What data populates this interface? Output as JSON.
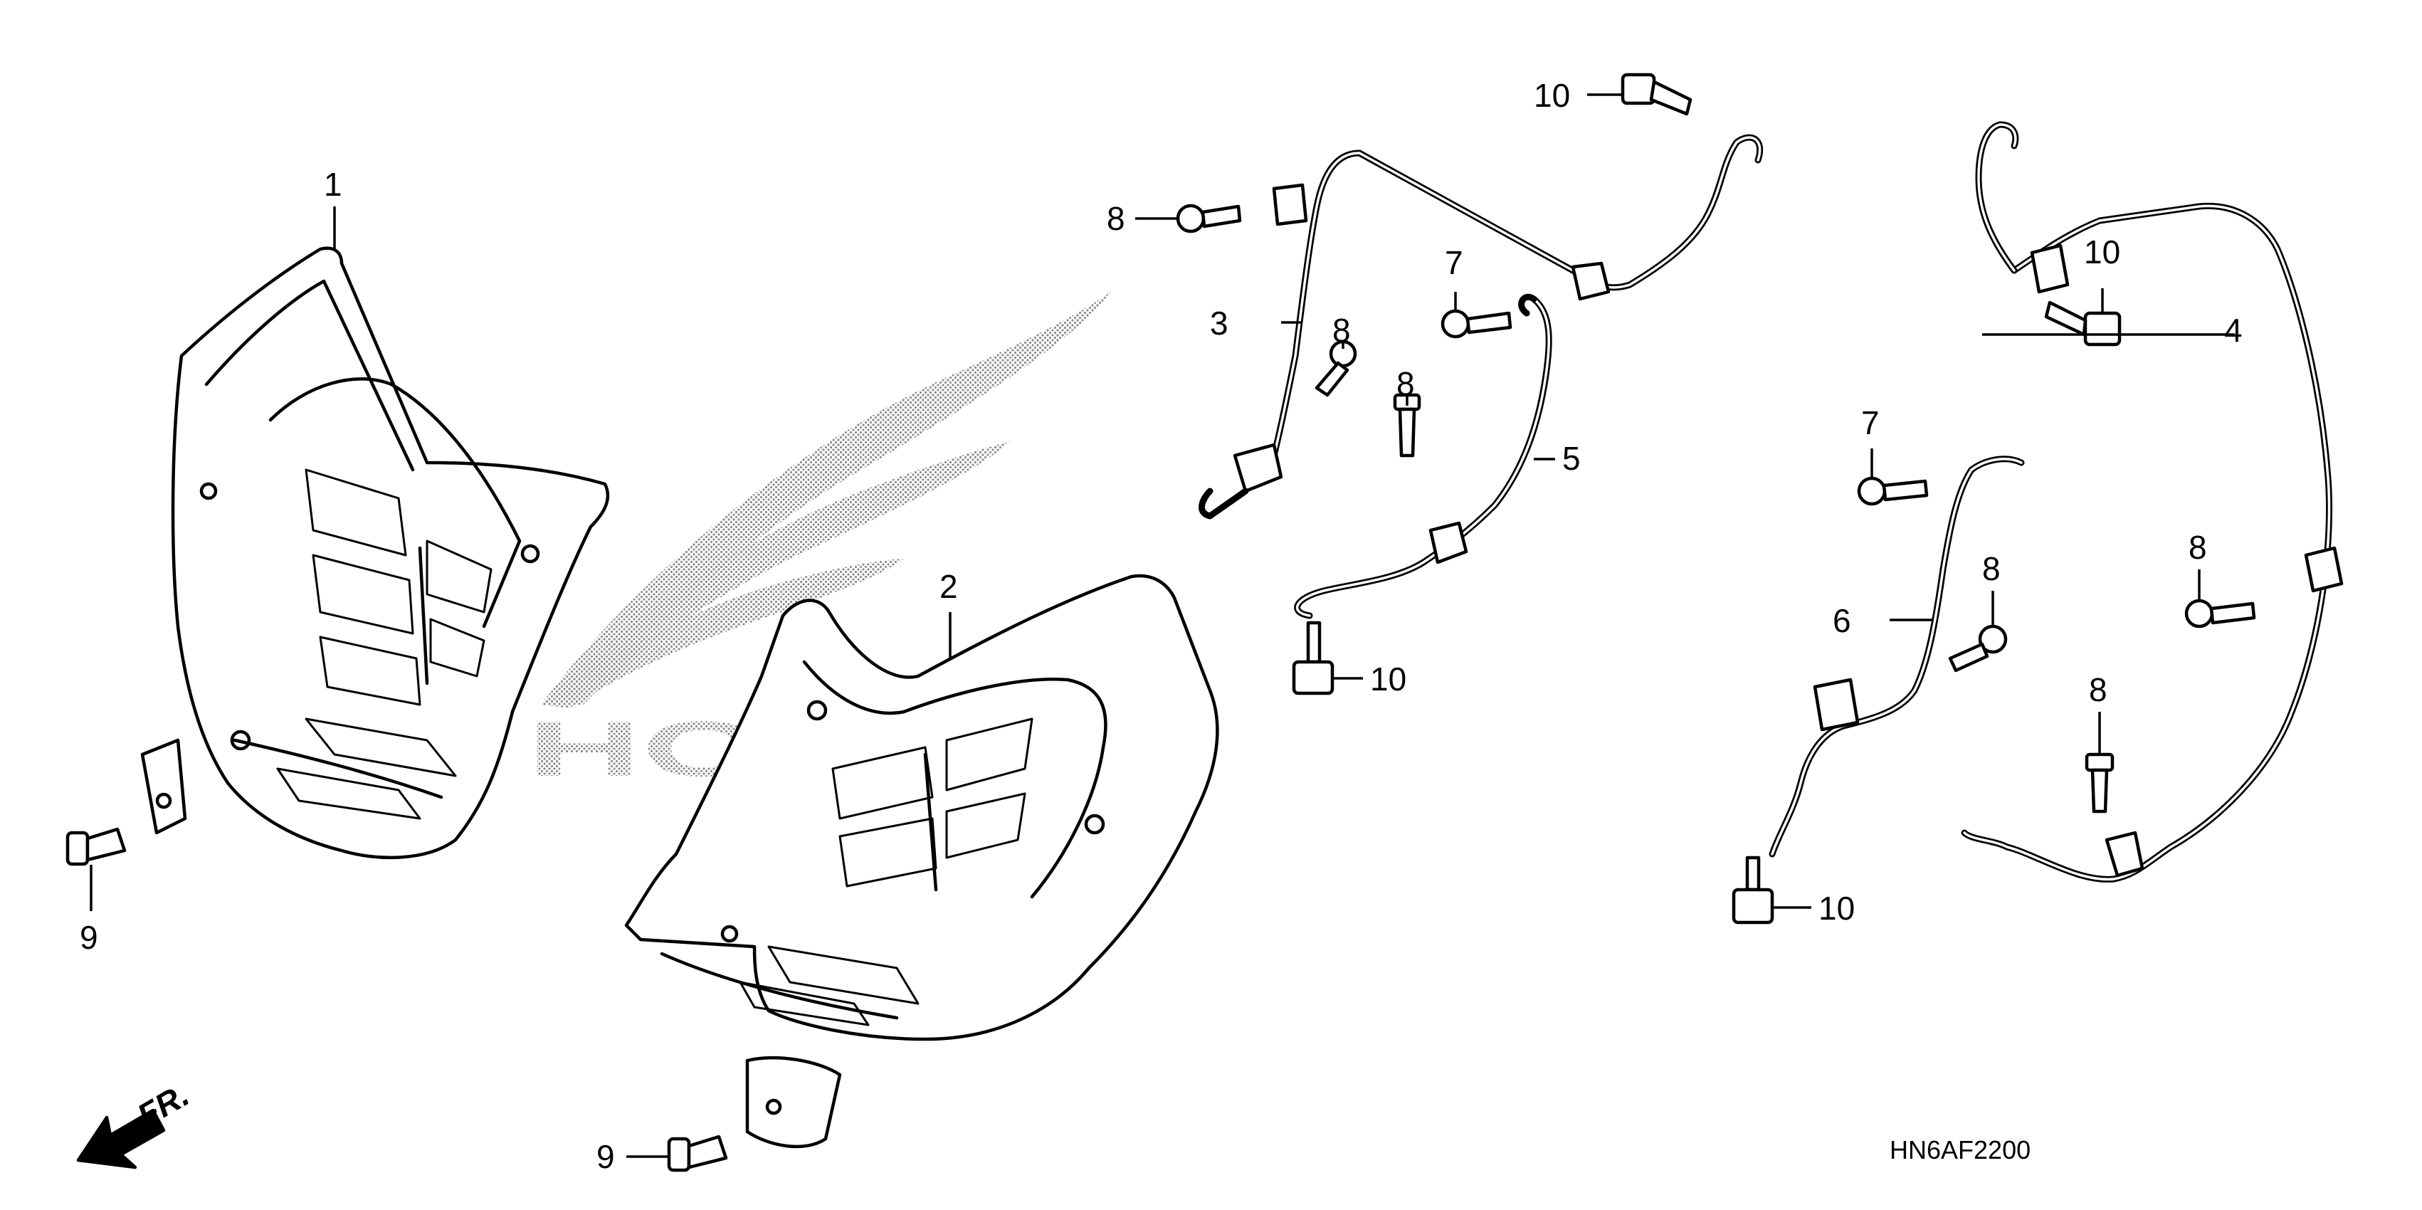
{
  "callouts": {
    "c1": "1",
    "c2": "2",
    "c3": "3",
    "c4": "4",
    "c5": "5",
    "c6": "6",
    "c7a": "7",
    "c7b": "7",
    "c8a": "8",
    "c8b": "8",
    "c8c": "8",
    "c8d": "8",
    "c8e": "8",
    "c8f": "8",
    "c9a": "9",
    "c9b": "9",
    "c10a": "10",
    "c10b": "10",
    "c10c": "10",
    "c10d": "10"
  },
  "direction_label": "FR.",
  "diagram_code": "HN6AF2200",
  "logo": {
    "watermark": "HONDA",
    "color": "#9a9a9a"
  },
  "ink_color": "#000000"
}
